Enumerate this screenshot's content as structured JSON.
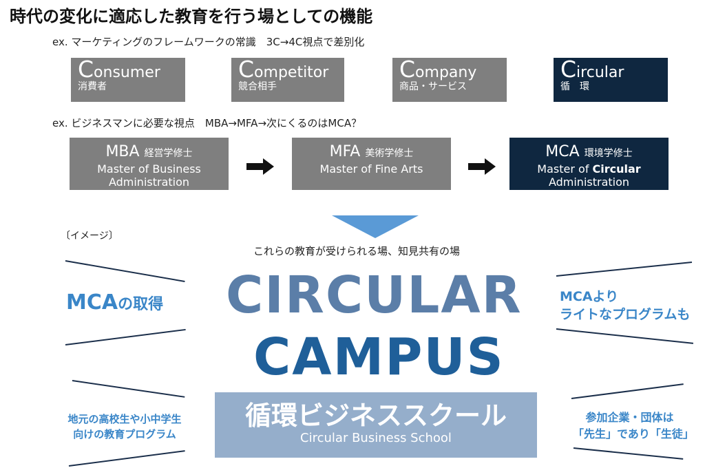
{
  "title": "時代の変化に適応した教育を行う場としての機能",
  "example1": "ex. マーケティングのフレームワークの常識　3C→4C視点で差別化",
  "c_boxes": [
    {
      "initial": "C",
      "rest": "onsumer",
      "jp": "消費者"
    },
    {
      "initial": "C",
      "rest": "ompetitor",
      "jp": "競合相手"
    },
    {
      "initial": "C",
      "rest": "ompany",
      "jp": "商品・サービス"
    },
    {
      "initial": "C",
      "rest": "ircular",
      "jp": "循　環"
    }
  ],
  "example2": "ex. ビジネスマンに必要な視点　MBA→MFA→次にくるのはMCA？",
  "degrees": [
    {
      "abbr": "MBA",
      "jp": "経営学修士",
      "en1": "Master of Business",
      "en2": "Administration"
    },
    {
      "abbr": "MFA",
      "jp": "美術学修士",
      "en1": "Master of Fine Arts",
      "en2": ""
    },
    {
      "abbr": "MCA",
      "jp": "環境学修士",
      "en1_pre": "Master of ",
      "en1_bold": "Circular",
      "en2": "Administration"
    }
  ],
  "image_label": "〔イメージ〕",
  "caption": "これらの教育が受けられる場、知見共有の場",
  "campus": {
    "line1": "CIRCULAR",
    "line2": "CAMPUS"
  },
  "school": {
    "jp": "循環ビジネススクール",
    "en": "Circular Business School"
  },
  "left_top": {
    "strong": "MCA",
    "rest": "の取得"
  },
  "right_top": {
    "line1": "MCAより",
    "line2": "ライトなプログラムも"
  },
  "left_bottom": {
    "line1": "地元の高校生や小中学生",
    "line2": "向けの教育プログラム"
  },
  "right_bottom": {
    "line1": "参加企業・団体は",
    "line2": "「先生」であり「生徒」"
  },
  "colors": {
    "gray": "#7f7f7f",
    "navy": "#0f2740",
    "campus_light": "#5b7ea8",
    "campus_dark": "#1f5f99",
    "accent_blue": "#3a86c8",
    "triangle": "#5a9ad6"
  }
}
